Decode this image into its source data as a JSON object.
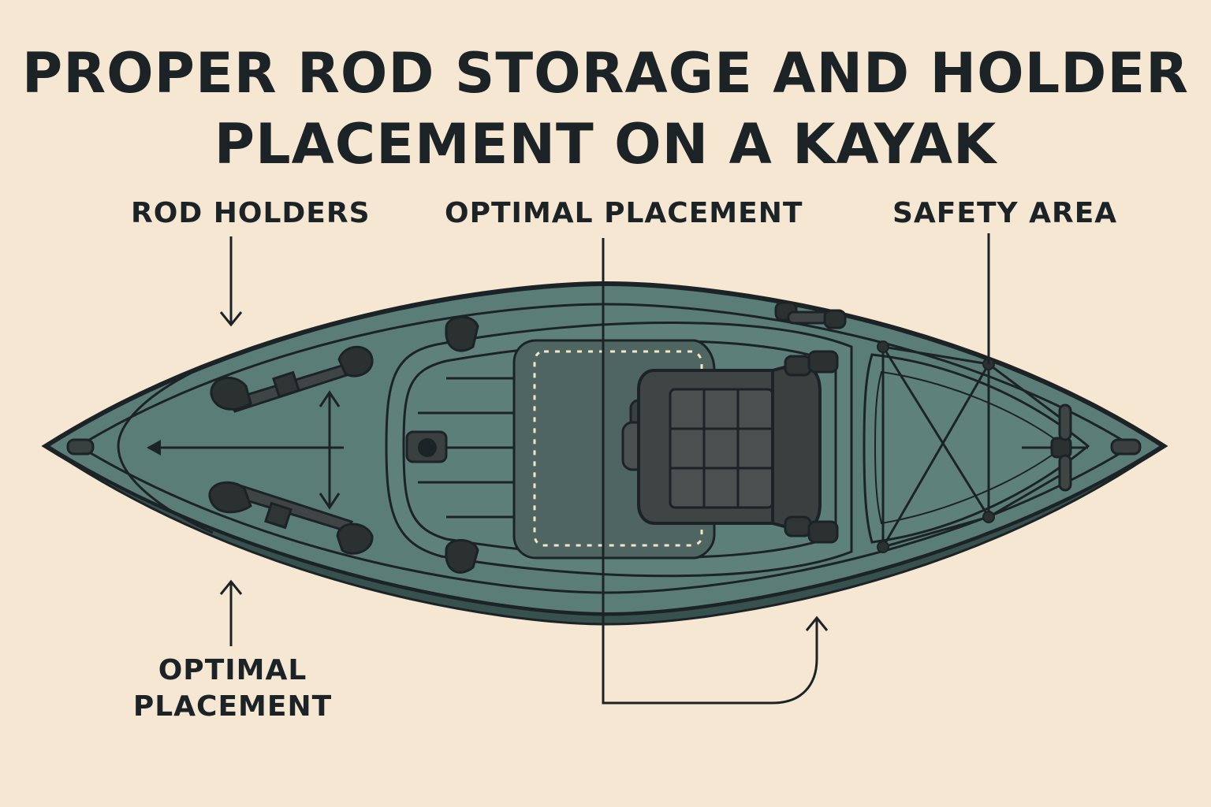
{
  "title": {
    "line1": "PROPER ROD STORAGE AND HOLDER",
    "line2": "PLACEMENT ON A KAYAK"
  },
  "labels": {
    "rod_holders": "ROD HOLDERS",
    "optimal_placement_top": "OPTIMAL PLACEMENT",
    "safety_area": "SAFETY AREA",
    "optimal_placement_bottom_line1": "OPTIMAL",
    "optimal_placement_bottom_line2": "PLACEMENT"
  },
  "colors": {
    "background": "#f6e7d2",
    "hull": "#5b7d78",
    "deck": "#5f817b",
    "outline": "#1c2326",
    "seat": "#3a3f3f",
    "highlight_zone": "#4f6562",
    "dashed_zone": "#f3e6c8"
  },
  "icons": [
    "rod-holder-icon",
    "seat-icon",
    "bungee-cord-icon",
    "handle-icon",
    "arrow-icon"
  ]
}
